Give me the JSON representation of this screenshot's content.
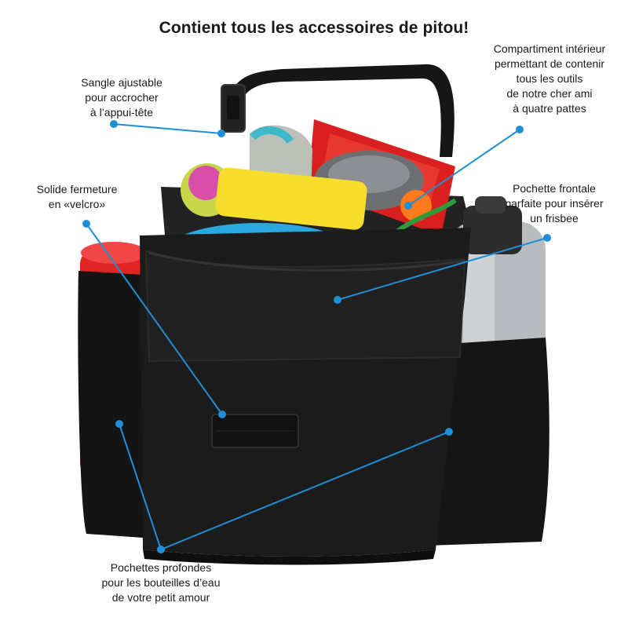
{
  "title": "Contient tous les accessoires de pitou!",
  "callouts": {
    "strap": [
      "Sangle ajustable",
      "pour accrocher",
      "à l’appui-tête"
    ],
    "inner_compartment": [
      "Compartiment intérieur",
      "permettant de contenir",
      "tous les outils",
      "de notre cher ami",
      "à quatre pattes"
    ],
    "velcro": [
      "Solide fermeture",
      "en «velcro»"
    ],
    "front_pocket": [
      "Pochette frontale",
      "parfaite pour insérer",
      "un frisbee"
    ],
    "side_pockets": [
      "Pochettes profondes",
      "pour les bouteilles d’eau",
      "de votre petit amour"
    ]
  },
  "colors": {
    "callout_line": "#1e8fd6",
    "bag": "#1b1b1b",
    "container_red": "#e02424",
    "frisbee_blue": "#29a9e0",
    "frisbee_green": "#5dbf3a",
    "bottle_steel": "#b8bcc0"
  }
}
